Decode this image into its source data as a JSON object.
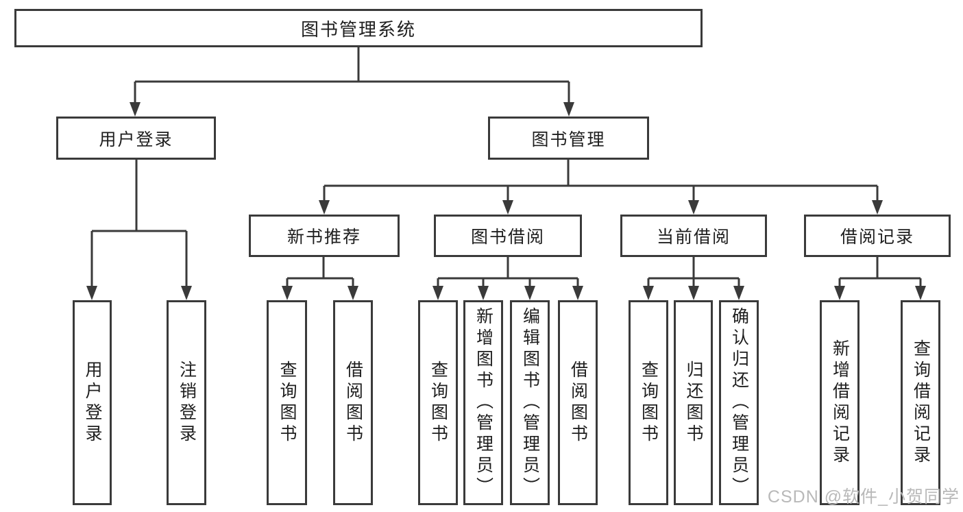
{
  "tree": {
    "label": "图书管理系统",
    "children": [
      {
        "label": "用户登录",
        "children": [
          {
            "label": "用户登录"
          },
          {
            "label": "注销登录"
          }
        ]
      },
      {
        "label": "图书管理",
        "children": [
          {
            "label": "新书推荐",
            "children": [
              {
                "label": "查询图书"
              },
              {
                "label": "借阅图书"
              }
            ]
          },
          {
            "label": "图书借阅",
            "children": [
              {
                "label": "查询图书"
              },
              {
                "label": "新增图书（管理员）"
              },
              {
                "label": "编辑图书（管理员）"
              },
              {
                "label": "借阅图书"
              }
            ]
          },
          {
            "label": "当前借阅",
            "children": [
              {
                "label": "查询图书"
              },
              {
                "label": "归还图书"
              },
              {
                "label": "确认归还（管理员）"
              }
            ]
          },
          {
            "label": "借阅记录",
            "children": [
              {
                "label": "新增借阅记录"
              },
              {
                "label": "查询借阅记录"
              }
            ]
          }
        ]
      }
    ]
  },
  "watermark": "CSDN @软件_小贺同学",
  "colors": {
    "line": "#3a3a3a",
    "text": "#1e1e1e",
    "watermark": "#b9b9b9",
    "background": "#ffffff"
  }
}
